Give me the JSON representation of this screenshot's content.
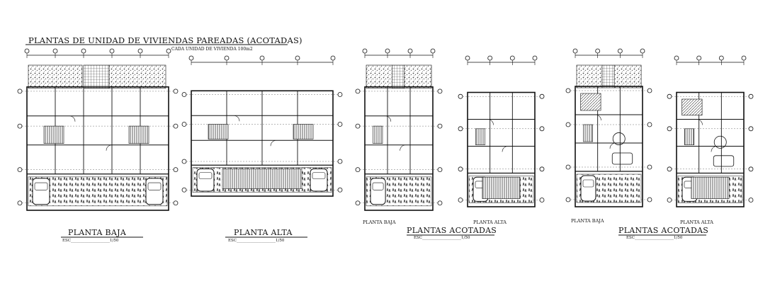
{
  "title": "PLANTAS DE UNIDAD DE VIVIENDAS PAREADAS (ACOTADAS)",
  "subtitle": "CADA UNIDAD DE VIVIENDA 100m2",
  "labels": {
    "planta_baja": "PLANTA BAJA",
    "planta_alta": "PLANTA ALTA",
    "plantas_acotadas": "PLANTAS ACOTADAS",
    "planta_baja_small": "PLANTA BAJA",
    "planta_alta_small": "PLANTA ALTA",
    "scale": "ESC____________________1/50"
  },
  "colors": {
    "line": "#111111",
    "hatch": "#333333",
    "paper": "#ffffff"
  }
}
